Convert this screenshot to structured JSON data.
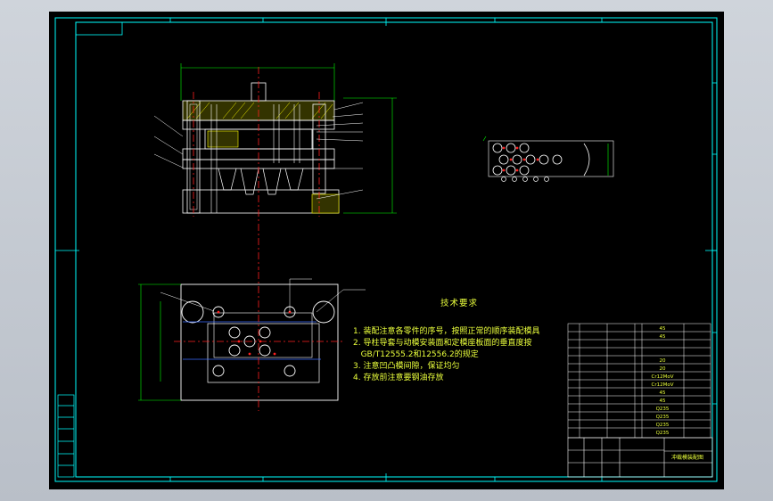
{
  "drawing": {
    "tech_title": "技术要求",
    "requirements": [
      "1. 装配注意各零件的序号，按照正常的顺序装配模具",
      "2. 导柱导套与动模安装面和定模座板面的垂直度按",
      "   GB/T12555.2和12556.2的规定",
      "3. 注意凹凸模间隙，保证均匀",
      "4. 存放前注意要钢油存放"
    ],
    "title_block_name": "冲裁模装配图",
    "bom_materials": [
      "45",
      "45",
      "",
      "",
      "20",
      "20",
      "Cr12MoV",
      "Cr12MoV",
      "45",
      "45",
      "Q235",
      "Q235",
      "Q235",
      "Q235"
    ],
    "colors": {
      "background": "#000000",
      "frame": "#00ffff",
      "text": "#eaff3c",
      "hatch": "#ffff00",
      "part": "#ffffff",
      "center_line": "#ff2020",
      "dimension": "#00ff00",
      "annotation": "#3a6cff"
    }
  }
}
